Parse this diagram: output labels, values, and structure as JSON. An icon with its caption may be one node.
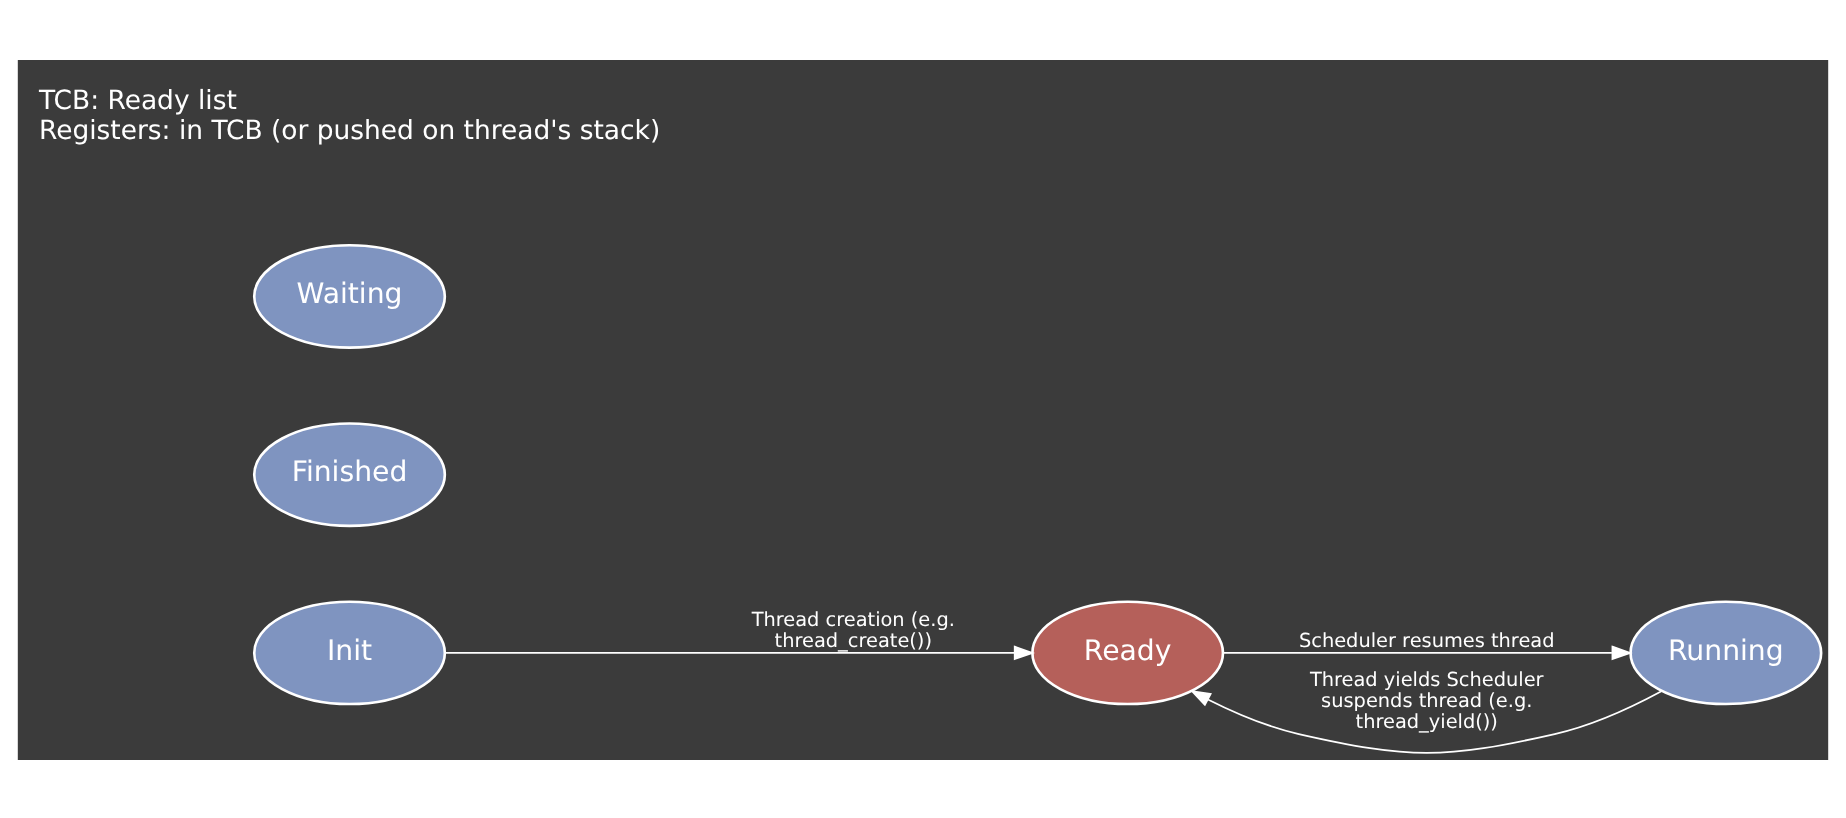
{
  "diagram": {
    "nodes": [
      {
        "text": [
          "Init"
        ]
      },
      {
        "text": [
          "Ready"
        ]
      },
      {
        "text": [
          "Running"
        ]
      },
      {
        "text": [
          "Finished"
        ]
      },
      {
        "text": [
          "Waiting"
        ]
      }
    ],
    "edges": [
      {
        "from": 0,
        "to": 1,
        "arrow": "to",
        "label": "Thread creation (e.g. thread_create())"
      },
      {
        "from": 1,
        "to": 2,
        "arrow": "to",
        "label": "Scheduler resumes thread"
      },
      {
        "from": 2,
        "to": 1,
        "arrow": "to",
        "label": "Thread yields Scheduler suspends thread (e.g. thread_yield())"
      }
    ],
    "labels": [
      "TCB: Ready list",
      "Registers: in TCB (or pushed on thread's stack)"
    ]
  }
}
